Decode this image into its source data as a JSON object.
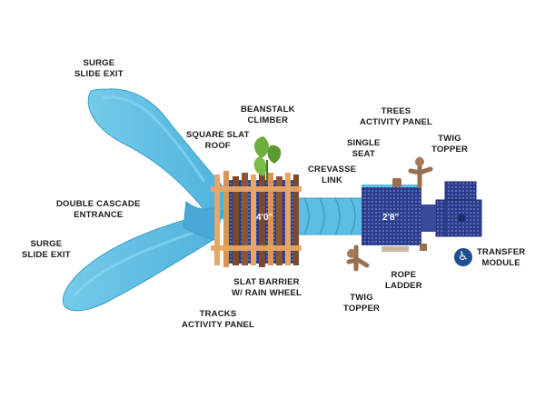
{
  "labels": {
    "surge_top": [
      "SURGE",
      "SLIDE EXIT"
    ],
    "double_cascade": [
      "DOUBLE CASCADE",
      "ENTRANCE"
    ],
    "surge_bottom": [
      "SURGE",
      "SLIDE EXIT"
    ],
    "square_slat_roof": [
      "SQUARE SLAT",
      "ROOF"
    ],
    "beanstalk": [
      "BEANSTALK",
      "CLIMBER"
    ],
    "trees_panel": [
      "TREES",
      "ACTIVITY PANEL"
    ],
    "single_seat": [
      "SINGLE",
      "SEAT"
    ],
    "crevasse_link": [
      "CREVASSE",
      "LINK"
    ],
    "twig_topper_top": [
      "TWIG",
      "TOPPER"
    ],
    "transfer_module": [
      "TRANSFER",
      "MODULE"
    ],
    "rope_ladder": [
      "ROPE",
      "LADDER"
    ],
    "twig_topper_bottom": [
      "TWIG",
      "TOPPER"
    ],
    "slat_barrier": [
      "SLAT BARRIER",
      "W/ RAIN WHEEL"
    ],
    "tracks_panel": [
      "TRACKS",
      "ACTIVITY PANEL"
    ]
  },
  "dimensions": {
    "deck_left": "4'0\"",
    "deck_right": "2'8\""
  },
  "icons": {
    "accessibility": "wheelchair-icon"
  },
  "colors": {
    "slide_blue": "#5bbfe3",
    "slide_shadow": "#3e9fc8",
    "deck_navy": "#2b3c8c",
    "deck_grid": "#6a7cc4",
    "wood_light": "#e8a565",
    "wood_dark": "#7a4a2a",
    "leaf_green": "#6cae3c",
    "ada_blue": "#1d4f91"
  }
}
